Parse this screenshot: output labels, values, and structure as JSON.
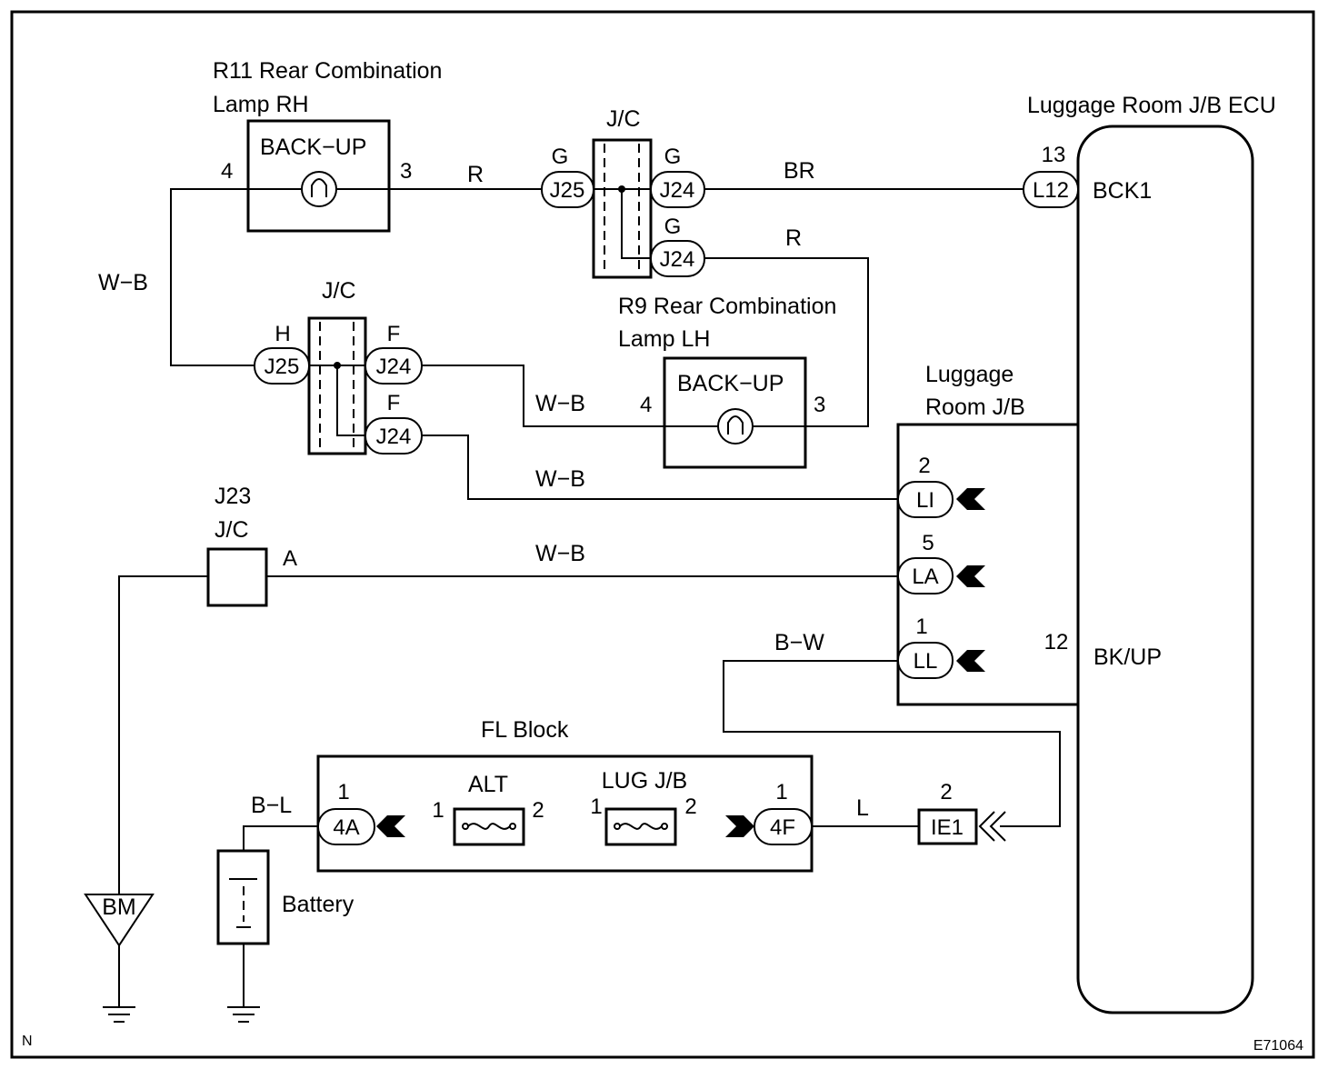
{
  "frame": {
    "corner_left": "N",
    "corner_right": "E71064"
  },
  "r11": {
    "title_line1": "R11 Rear Combination",
    "title_line2": "Lamp RH",
    "function": "BACK−UP",
    "pin_left": "4",
    "pin_right": "3"
  },
  "r9": {
    "title_line1": "R9 Rear Combination",
    "title_line2": "Lamp LH",
    "function": "BACK−UP",
    "pin_left": "4",
    "pin_right": "3"
  },
  "jc_upper": {
    "title": "J/C",
    "left_letter": "G",
    "left_connector": "J25",
    "right_top_letter": "G",
    "right_top_connector": "J24",
    "right_bottom_letter": "G",
    "right_bottom_connector": "J24"
  },
  "jc_lower": {
    "title": "J/C",
    "left_letter": "H",
    "left_connector": "J25",
    "right_top_letter": "F",
    "right_top_connector": "J24",
    "right_bottom_letter": "F",
    "right_bottom_connector": "J24"
  },
  "j23": {
    "title_line1": "J23",
    "title_line2": "J/C",
    "pin": "A"
  },
  "ecu": {
    "title": "Luggage Room J/B ECU",
    "pin_top": "13",
    "connector_top": "L12",
    "signal_top": "BCK1",
    "pin_bottom": "12",
    "signal_bottom": "BK/UP"
  },
  "jb": {
    "title_line1": "Luggage",
    "title_line2": "Room J/B",
    "li_pin": "2",
    "li": "LI",
    "la_pin": "5",
    "la": "LA",
    "ll_pin": "1",
    "ll": "LL"
  },
  "fl_block": {
    "title": "FL Block",
    "left_pin": "1",
    "left_connector": "4A",
    "fuse1_name": "ALT",
    "fuse1_pin_a": "1",
    "fuse1_pin_b": "2",
    "fuse2_name": "LUG J/B",
    "fuse2_pin_a": "1",
    "fuse2_pin_b": "2",
    "right_pin": "1",
    "right_connector": "4F"
  },
  "ie1": {
    "pin": "2",
    "label": "IE1"
  },
  "ground": {
    "label": "BM"
  },
  "battery": {
    "label": "Battery"
  },
  "wires": {
    "r11_to_jc": "R",
    "jc_to_ecu": "BR",
    "jc_to_r9": "R",
    "r11_ground": "W−B",
    "jc_to_r9_ground": "W−B",
    "jc_to_li": "W−B",
    "j23_to_la": "W−B",
    "ll_to_ie1": "B−W",
    "battery": "B−L",
    "fl_to_ie1": "L"
  }
}
